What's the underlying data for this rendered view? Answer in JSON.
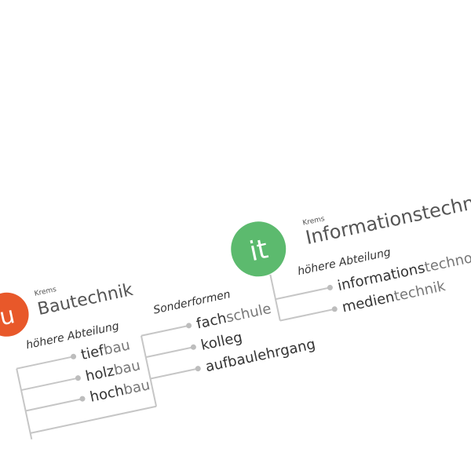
{
  "colors": {
    "bautechnik_accent": "#e8582a",
    "it_accent": "#5cba6e",
    "line": "#c6c6c6",
    "text": "#333333",
    "text_light": "#777777"
  },
  "bautechnik": {
    "badge_text": "u",
    "location": "Krems",
    "title": "Bautechnik",
    "section_heading": "höhere Abteilung",
    "programs": [
      {
        "bold": "tief",
        "light": "bau"
      },
      {
        "bold": "holz",
        "light": "bau"
      },
      {
        "bold": "hoch",
        "light": "bau"
      }
    ],
    "special_heading": "Sonderformen",
    "special_programs": [
      {
        "bold": "fach",
        "light": "schule"
      },
      {
        "bold": "kolleg",
        "light": ""
      },
      {
        "bold": "aufbaulehrgang",
        "light": ""
      }
    ]
  },
  "it": {
    "badge_text": "it",
    "location": "Krems",
    "title": "Informationstechnik",
    "section_heading": "höhere Abteilung",
    "programs": [
      {
        "bold": "informations",
        "light": "technologie"
      },
      {
        "bold": "medien",
        "light": "technik"
      }
    ]
  }
}
